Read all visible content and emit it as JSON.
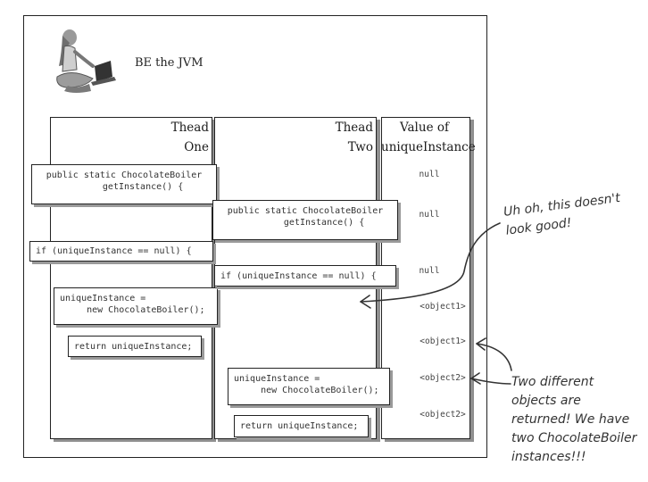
{
  "title": "BE the JVM",
  "columns": {
    "thread_one": [
      "Thead",
      "One"
    ],
    "thread_two": [
      "Thead",
      "Two"
    ],
    "value": [
      "Value of",
      "uniqueInstance"
    ]
  },
  "thread_one_code": {
    "get_instance": "public static ChocolateBoiler\n       getInstance() {",
    "if_null": "if (uniqueInstance == null) {",
    "assign": "uniqueInstance =\n     new ChocolateBoiler();",
    "return": "return uniqueInstance;"
  },
  "thread_two_code": {
    "get_instance": "public static ChocolateBoiler\n       getInstance() {",
    "if_null": "if (uniqueInstance == null) {",
    "assign": "uniqueInstance =\n     new ChocolateBoiler();",
    "return": "return uniqueInstance;"
  },
  "values": [
    "null",
    "null",
    "null",
    "<object1>",
    "<object1>",
    "<object2>",
    "<object2>"
  ],
  "annotations": {
    "uh_oh": [
      "Uh oh, this doesn't",
      "look good!"
    ],
    "two_objects": [
      "Two different",
      "objects are",
      "returned!  We have",
      "two ChocolateBoiler",
      "instances!!!"
    ]
  }
}
